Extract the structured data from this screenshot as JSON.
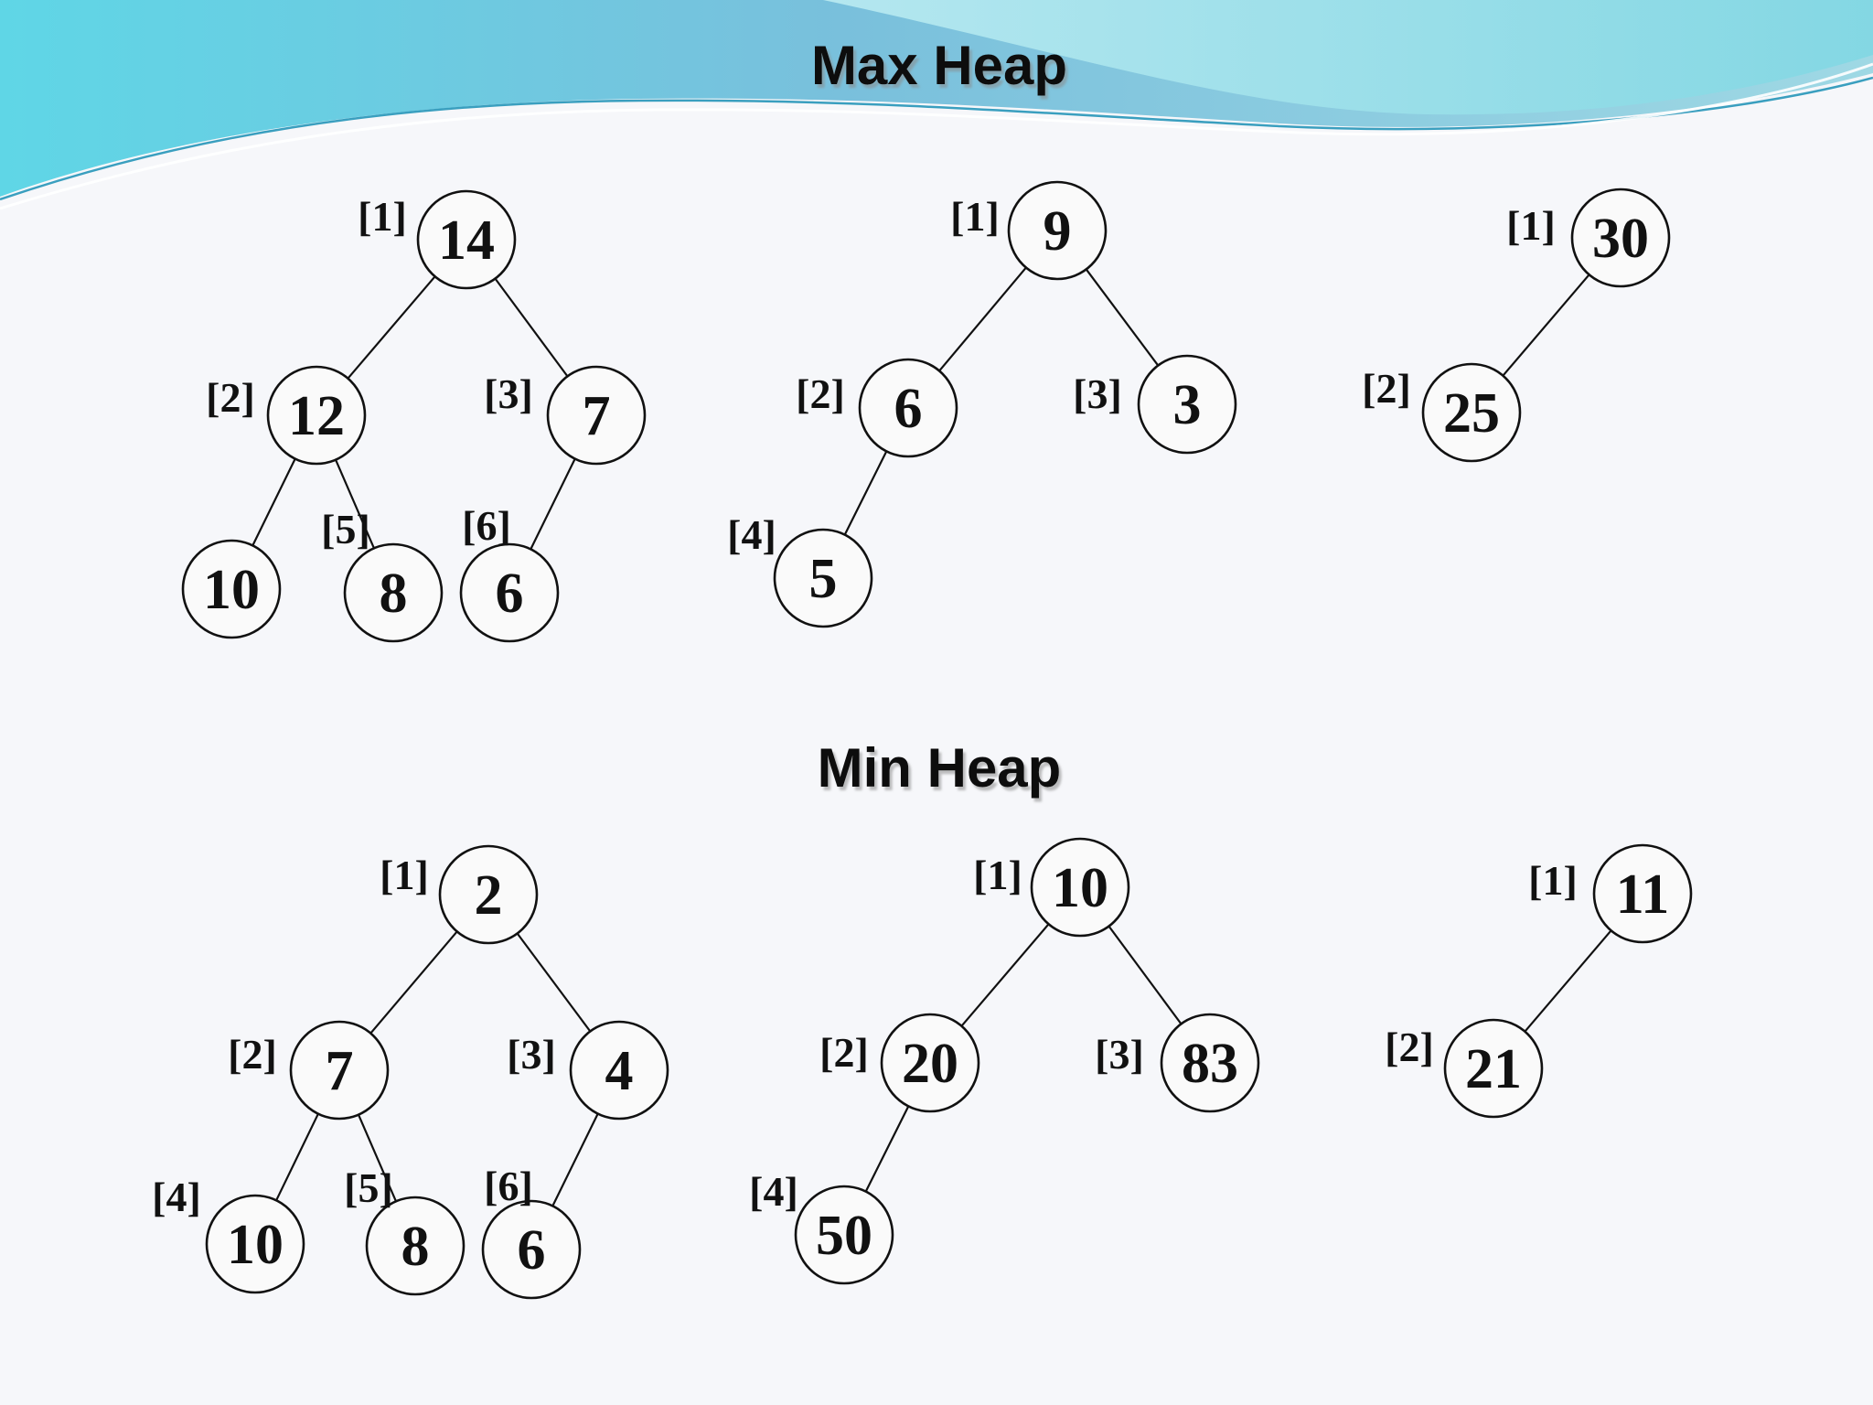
{
  "titles": {
    "max": "Max Heap",
    "min": "Min Heap"
  },
  "heaps": [
    {
      "group": "max",
      "nodes": [
        {
          "label": "[1]",
          "value": "14"
        },
        {
          "label": "[2]",
          "value": "12"
        },
        {
          "label": "[3]",
          "value": "7"
        },
        {
          "label": "",
          "value": "10"
        },
        {
          "label": "[5]",
          "value": "8"
        },
        {
          "label": "[6]",
          "value": "6"
        }
      ]
    },
    {
      "group": "max",
      "nodes": [
        {
          "label": "[1]",
          "value": "9"
        },
        {
          "label": "[2]",
          "value": "6"
        },
        {
          "label": "[3]",
          "value": "3"
        },
        {
          "label": "[4]",
          "value": "5"
        }
      ]
    },
    {
      "group": "max",
      "nodes": [
        {
          "label": "[1]",
          "value": "30"
        },
        {
          "label": "[2]",
          "value": "25"
        }
      ]
    },
    {
      "group": "min",
      "nodes": [
        {
          "label": "[1]",
          "value": "2"
        },
        {
          "label": "[2]",
          "value": "7"
        },
        {
          "label": "[3]",
          "value": "4"
        },
        {
          "label": "[4]",
          "value": "10"
        },
        {
          "label": "[5]",
          "value": "8"
        },
        {
          "label": "[6]",
          "value": "6"
        }
      ]
    },
    {
      "group": "min",
      "nodes": [
        {
          "label": "[1]",
          "value": "10"
        },
        {
          "label": "[2]",
          "value": "20"
        },
        {
          "label": "[3]",
          "value": "83"
        },
        {
          "label": "[4]",
          "value": "50"
        }
      ]
    },
    {
      "group": "min",
      "nodes": [
        {
          "label": "[1]",
          "value": "11"
        },
        {
          "label": "[2]",
          "value": "21"
        }
      ]
    }
  ]
}
